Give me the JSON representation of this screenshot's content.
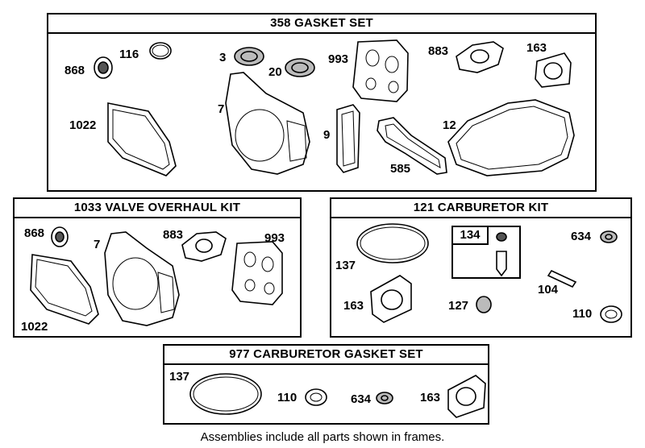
{
  "frames": {
    "gasket_set": {
      "title": "358 GASKET SET",
      "labels": {
        "p116": "116",
        "p868": "868",
        "p3": "3",
        "p20": "20",
        "p993": "993",
        "p883": "883",
        "p163": "163",
        "p7": "7",
        "p1022": "1022",
        "p9": "9",
        "p12": "12",
        "p585": "585"
      }
    },
    "valve_kit": {
      "title": "1033 VALVE OVERHAUL KIT",
      "labels": {
        "p868": "868",
        "p7": "7",
        "p883": "883",
        "p993": "993",
        "p1022": "1022"
      }
    },
    "carb_kit": {
      "title": "121 CARBURETOR KIT",
      "sub_title": "134",
      "labels": {
        "p137": "137",
        "p634": "634",
        "p104": "104",
        "p163": "163",
        "p127": "127",
        "p110": "110"
      }
    },
    "carb_gasket": {
      "title": "977 CARBURETOR  GASKET SET",
      "labels": {
        "p137": "137",
        "p110": "110",
        "p634": "634",
        "p163": "163"
      }
    }
  },
  "footnote": "Assemblies include all parts shown in frames."
}
